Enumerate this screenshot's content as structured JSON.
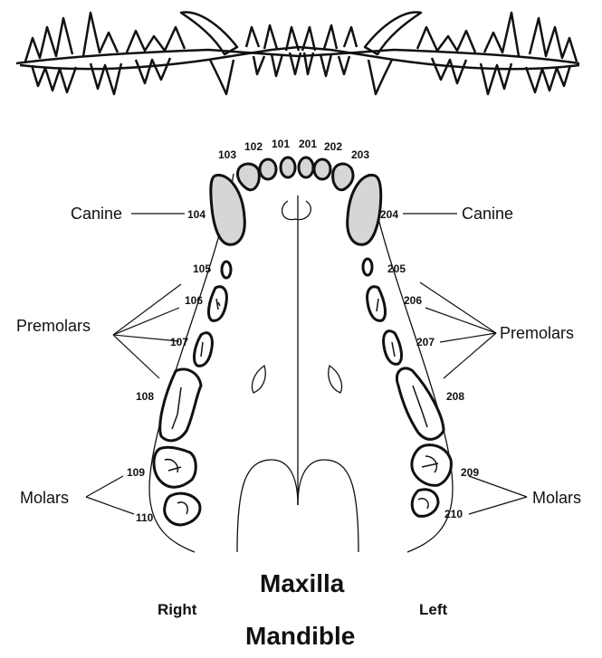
{
  "colors": {
    "line": "#111111",
    "tooth_fill": "#d6d6d6",
    "background": "#ffffff"
  },
  "labels": {
    "canine_right": "Canine",
    "canine_left": "Canine",
    "premolars_right": "Premolars",
    "premolars_left": "Premolars",
    "molars_right": "Molars",
    "molars_left": "Molars"
  },
  "teeth": {
    "t101": "101",
    "t102": "102",
    "t103": "103",
    "t104": "104",
    "t105": "105",
    "t106": "106",
    "t107": "107",
    "t108": "108",
    "t109": "109",
    "t110": "110",
    "t201": "201",
    "t202": "202",
    "t203": "203",
    "t204": "204",
    "t205": "205",
    "t206": "206",
    "t207": "207",
    "t208": "208",
    "t209": "209",
    "t210": "210"
  },
  "footer": {
    "maxilla": "Maxilla",
    "right": "Right",
    "left": "Left",
    "mandible": "Mandible"
  }
}
